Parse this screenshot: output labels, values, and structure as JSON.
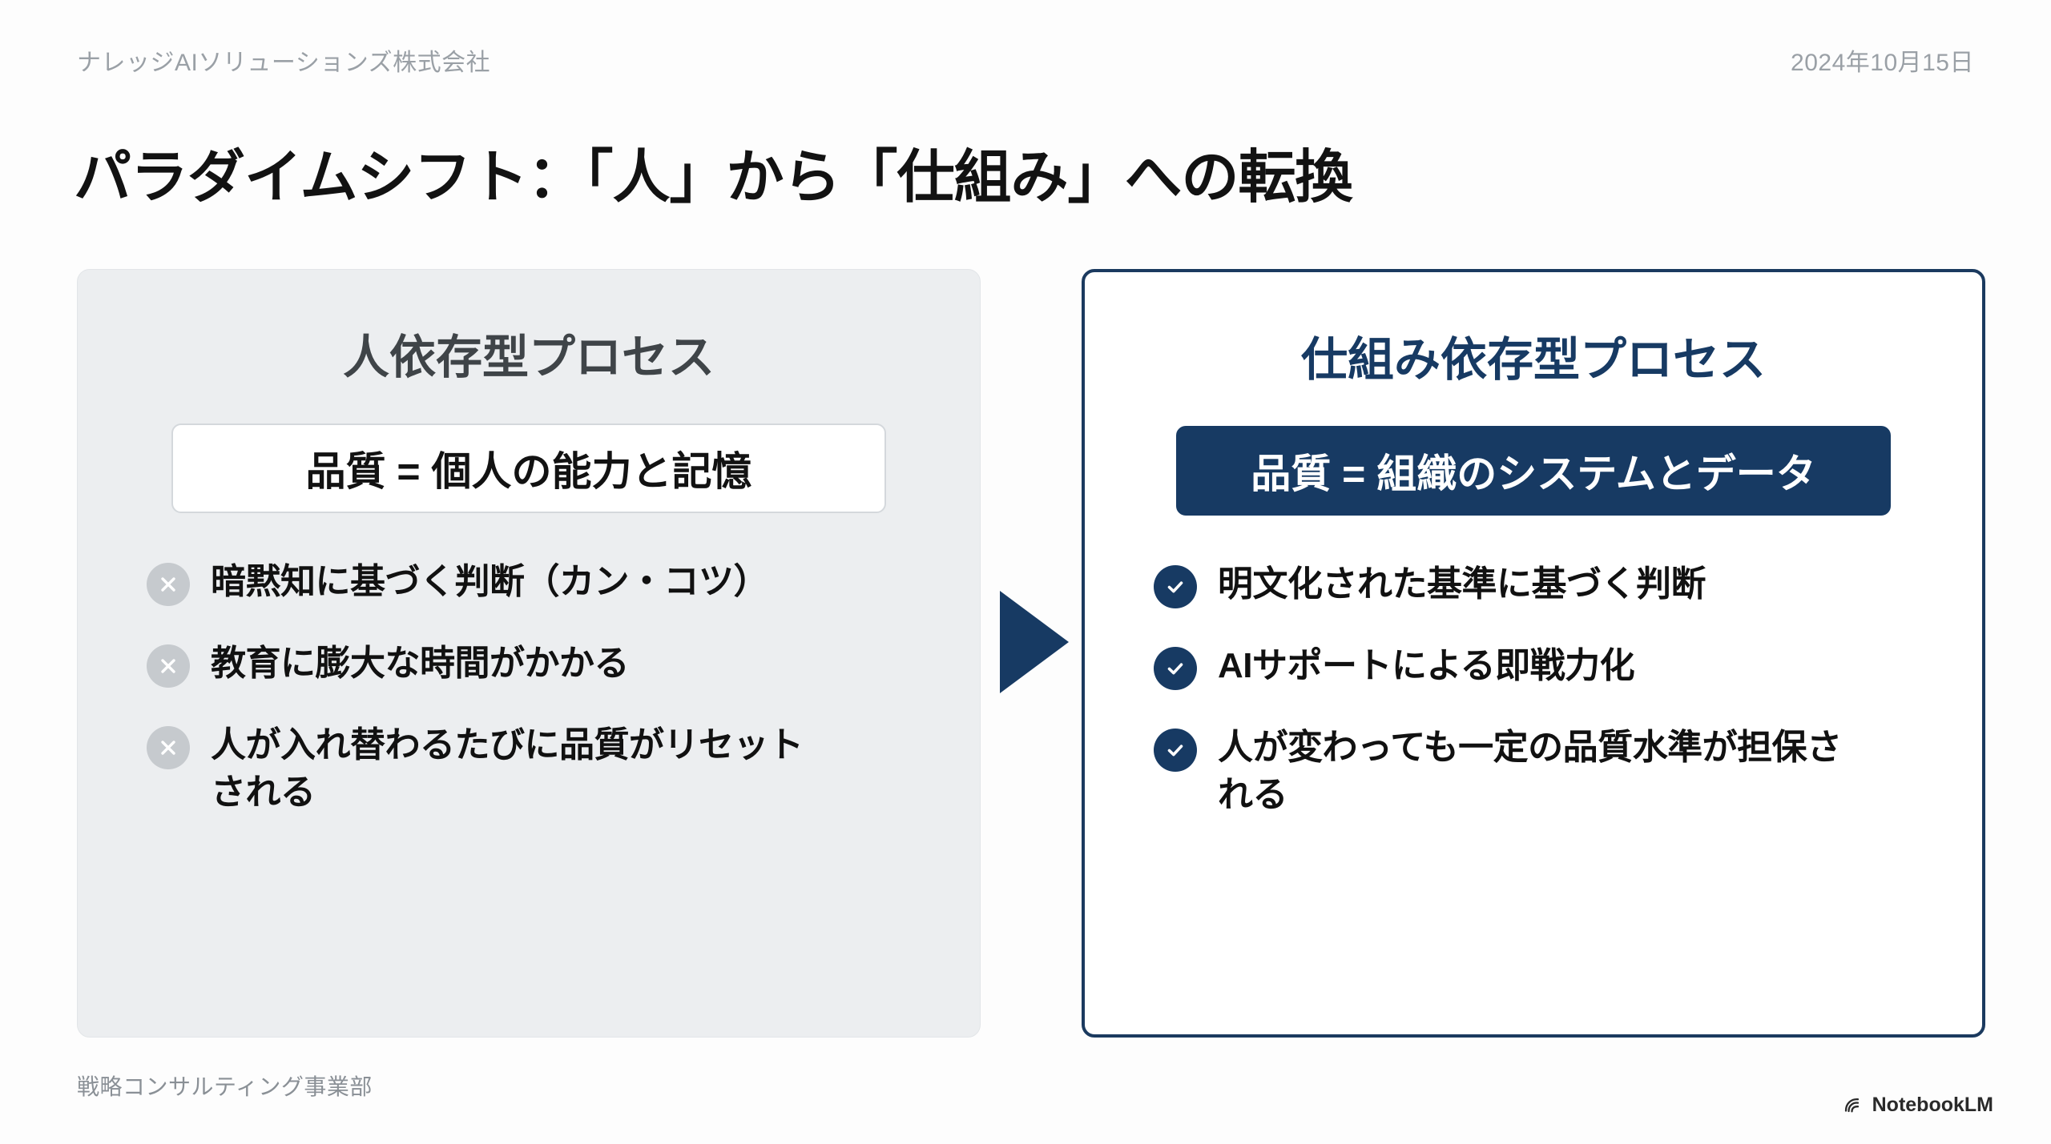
{
  "header": {
    "company": "ナレッジAIソリューションズ株式会社",
    "date": "2024年10月15日"
  },
  "title": "パラダイムシフト：「人」から「仕組み」への転換",
  "colors": {
    "navy": "#173a63",
    "panel_bg": "#eceef0",
    "muted_text": "#9aa0a6",
    "x_icon_bg": "#c6cace"
  },
  "panels": {
    "before": {
      "heading": "人依存型プロセス",
      "formula": "品質 = 個人の能力と記憶",
      "icon": "x-circle-icon",
      "bullets": [
        "暗黙知に基づく判断（カン・コツ）",
        "教育に膨大な時間がかかる",
        "人が入れ替わるたびに品質がリセットされる"
      ]
    },
    "after": {
      "heading": "仕組み依存型プロセス",
      "formula": "品質 = 組織のシステムとデータ",
      "icon": "check-circle-icon",
      "bullets": [
        "明文化された基準に基づく判断",
        "AIサポートによる即戦力化",
        "人が変わっても一定の品質水準が担保される"
      ]
    }
  },
  "arrow": "right-arrow-icon",
  "footer": {
    "department": "戦略コンサルティング事業部",
    "brand": "NotebookLM"
  }
}
